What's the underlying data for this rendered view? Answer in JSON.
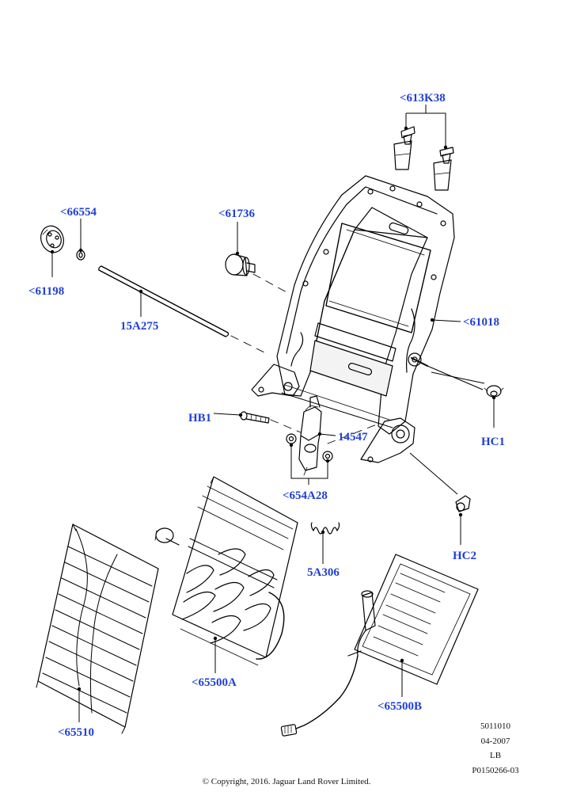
{
  "callouts": {
    "c613K38": "<613K38",
    "c66554": "<66554",
    "c61736": "<61736",
    "c61198": "<61198",
    "c15A275": "15A275",
    "c61018": "<61018",
    "cHB1": "HB1",
    "c14547": "14547",
    "cHC1": "HC1",
    "c654A28": "<654A28",
    "c5A306": "5A306",
    "cHC2": "HC2",
    "c65500A": "<65500A",
    "c65510": "<65510",
    "c65500B": "<65500B"
  },
  "meta": {
    "group": "5011010",
    "date": "04-2007",
    "side": "LB",
    "illustration": "P0150266-03"
  },
  "copyright": "© Copyright, 2016. Jaguar Land Rover Limited.",
  "colors": {
    "callout": "#1f3fd6",
    "line": "#000000"
  }
}
